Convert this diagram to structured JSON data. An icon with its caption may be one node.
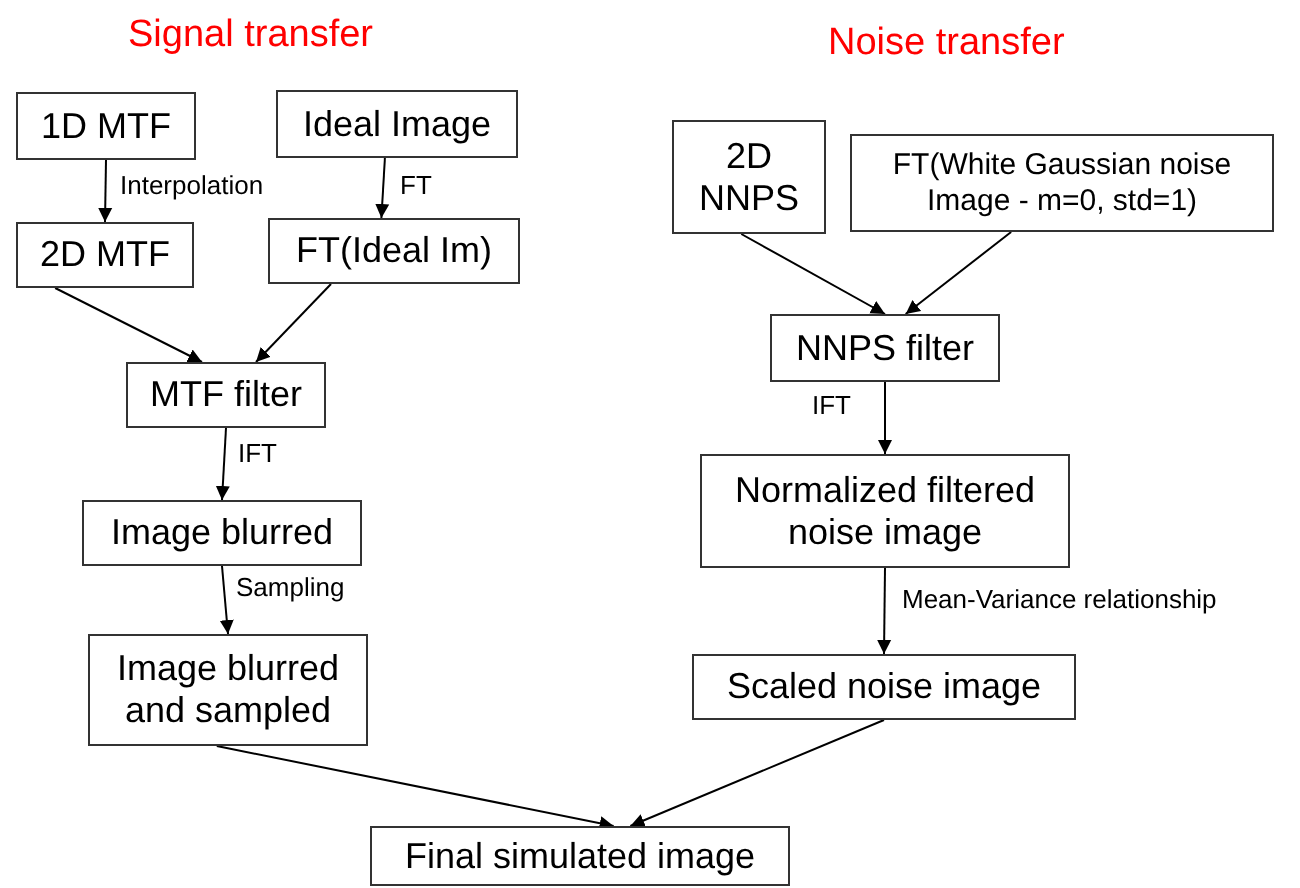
{
  "diagram": {
    "nodes": [
      {
        "text": [
          "1D MTF"
        ]
      },
      {
        "text": [
          "Ideal Image"
        ]
      },
      {
        "text": [
          "2D MTF"
        ]
      },
      {
        "text": [
          "FT(Ideal Im)"
        ]
      },
      {
        "text": [
          "MTF filter"
        ]
      },
      {
        "text": [
          "Image blurred"
        ]
      },
      {
        "text": [
          "Image blurred and sampled"
        ]
      },
      {
        "text": [
          "2D NNPS"
        ]
      },
      {
        "text": [
          "FT(White Gaussian noise Image - m=0, std=1)"
        ]
      },
      {
        "text": [
          "NNPS filter"
        ]
      },
      {
        "text": [
          "Normalized filtered noise image"
        ]
      },
      {
        "text": [
          "Scaled noise image"
        ]
      },
      {
        "text": [
          "Final simulated image"
        ]
      }
    ],
    "edges": [
      {
        "from": 0,
        "to": 2,
        "arrow": "to",
        "label": "Interpolation"
      },
      {
        "from": 1,
        "to": 3,
        "arrow": "to",
        "label": "FT"
      },
      {
        "from": 2,
        "to": 4,
        "arrow": "to"
      },
      {
        "from": 3,
        "to": 4,
        "arrow": "to"
      },
      {
        "from": 4,
        "to": 5,
        "arrow": "to",
        "label": "IFT"
      },
      {
        "from": 5,
        "to": 6,
        "arrow": "to",
        "label": "Sampling"
      },
      {
        "from": 7,
        "to": 9,
        "arrow": "to"
      },
      {
        "from": 8,
        "to": 9,
        "arrow": "to"
      },
      {
        "from": 9,
        "to": 10,
        "arrow": "to",
        "label": "IFT"
      },
      {
        "from": 10,
        "to": 11,
        "arrow": "to",
        "label": "Mean-Variance relationship"
      },
      {
        "from": 6,
        "to": 12,
        "arrow": "to"
      },
      {
        "from": 11,
        "to": 12,
        "arrow": "to"
      }
    ],
    "labels": [
      "Signal transfer",
      "Noise transfer"
    ]
  }
}
